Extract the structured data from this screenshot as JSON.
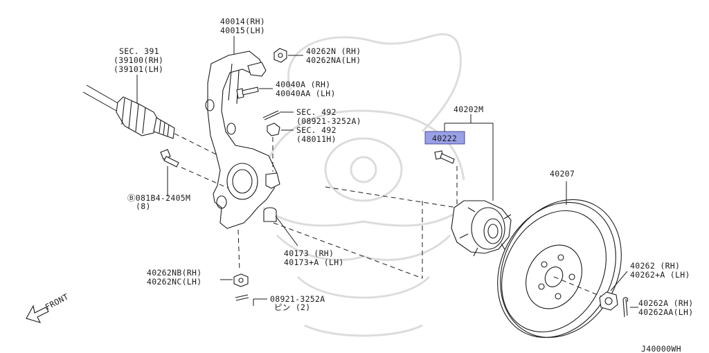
{
  "labels": {
    "sec391": "SEC. 391",
    "p39100": "(39100(RH)",
    "p39101": "(39101(LH)",
    "p40014": "40014(RH)",
    "p40015": "40015(LH)",
    "p40262n": "40262N (RH)",
    "p40262na": "40262NA(LH)",
    "p40040a": "40040A (RH)",
    "p40040aa": "40040AA (LH)",
    "sec492a": "SEC. 492",
    "p08921a": "(08921-3252A)",
    "sec492b": "SEC. 492",
    "p48011h": "(48011H)",
    "p081b4": "Ⓑ081B4-2405M",
    "p081b4qty": "(8)",
    "p40173": "40173 (RH)",
    "p40173a": "40173+A (LH)",
    "p40262nb": "40262NB(RH)",
    "p40262nc": "40262NC(LH)",
    "p08921b": "08921-3252A",
    "pinqty": "ピン (2)",
    "p40202m": "40202M",
    "p40222": "40222",
    "p40207": "40207",
    "p40262": "40262 (RH)",
    "p40262plus": "40262+A (LH)",
    "p40262a": "40262A (RH)",
    "p40262aa": "40262AA(LH)",
    "front": "FRONT",
    "diagram_id": "J40000WH"
  },
  "highlight": {
    "part": "40222",
    "color": "#9aa0e6"
  }
}
